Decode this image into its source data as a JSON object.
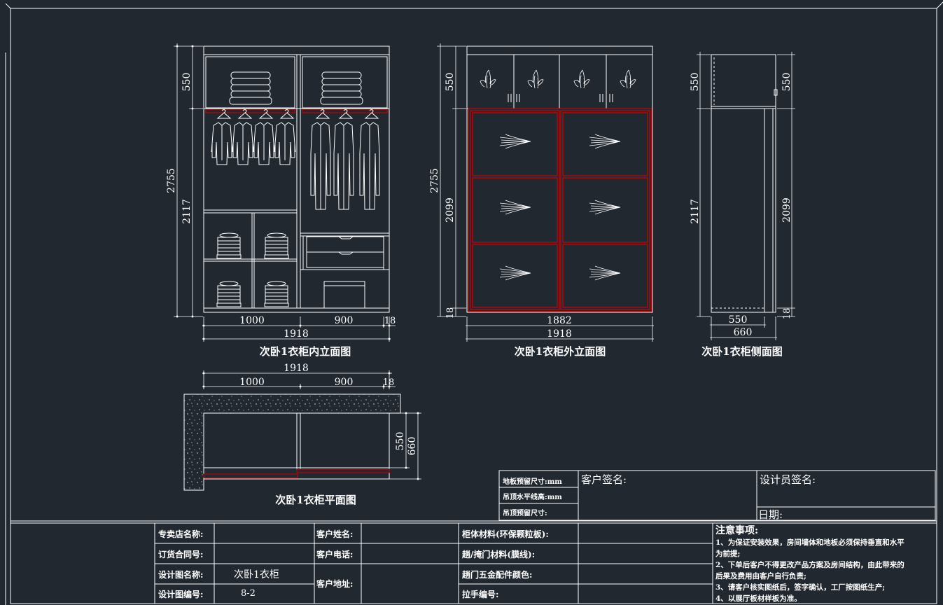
{
  "dims": {
    "h550": "550",
    "h2755": "2755",
    "h2117": "2117",
    "h2099": "2099",
    "h18": "18",
    "w1000": "1000",
    "w900": "900",
    "w18": "18",
    "w1918": "1918",
    "w1882": "1882",
    "w550": "550",
    "w660": "660"
  },
  "titles": {
    "interior": "次卧1衣柜内立面图",
    "exterior": "次卧1衣柜外立面图",
    "side": "次卧1衣柜侧面图",
    "plan": "次卧1衣柜平面图"
  },
  "sign": {
    "floor_reserve": "地板预留尺寸:mm",
    "ceiling_height": "吊顶水平线高:mm",
    "ceiling_reserve": "吊顶预留尺寸:",
    "customer_sign": "客户签名:",
    "designer_sign": "设计员签名:",
    "date": "日期:"
  },
  "info": {
    "store_name": "专卖店名称:",
    "contract_no": "订货合同号:",
    "drawing_name": "设计图名称:",
    "drawing_name_value": "次卧1衣柜",
    "drawing_no": "设计图编号:",
    "drawing_no_value": "8-2",
    "customer_name": "客户姓名:",
    "customer_phone": "客户电话:",
    "customer_address": "客户地址:",
    "cabinet_material": "柜体材料(环保颗粒板):",
    "door_material": "趟/掩门材料(膜线):",
    "hardware_color": "趟门五金配件颜色:",
    "handle_no": "拉手编号:"
  },
  "notes": {
    "title": "注意事项:",
    "n1a": "1、为保证安装效果，房间墙体和地板必须保持垂直和水平",
    "n1b": "为前提;",
    "n2a": "2、下单后客户不得更改产品方案及房间结构，由此带来的",
    "n2b": "后果及费用由客户自行负责;",
    "n3": "3、请客户核实图纸后，签字确认，工厂按图纸生产;",
    "n4": "4、以展厅板材样板为准。"
  },
  "colors": {
    "background": "#212830",
    "line": "#ffffff",
    "accent_red": "#d00000"
  }
}
